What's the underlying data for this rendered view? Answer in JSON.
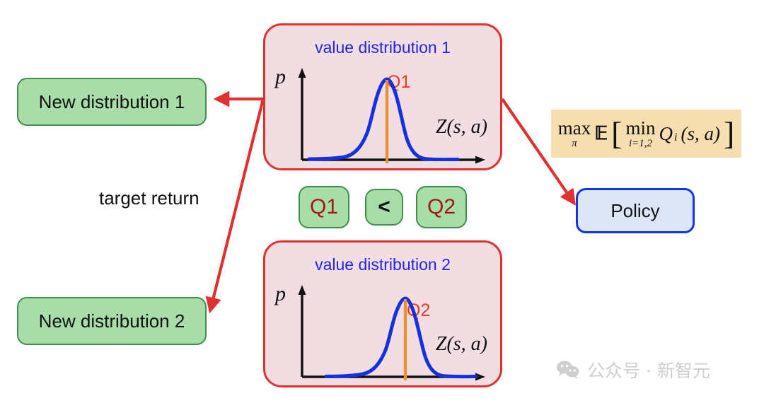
{
  "diagram": {
    "title": "Distributional Double-Q value distribution diagram",
    "colors": {
      "green_fill": "#a8dca8",
      "green_border": "#3f8f4f",
      "pink_fill": "#f2dde3",
      "red_border": "#e03131",
      "blue_fill": "#dce6f7",
      "blue_border": "#1434e0",
      "tan_fill": "#f6deb0",
      "curve_blue": "#1530e0",
      "marker_orange": "#e8922e",
      "q_label_red": "#f03b20",
      "title_blue": "#2222ee",
      "arrow_red": "#e23030",
      "watermark_gray": "#cfcfcf"
    }
  },
  "nodes": {
    "new_distribution_1": "New distribution 1",
    "new_distribution_2": "New distribution 2",
    "policy": "Policy"
  },
  "panels": [
    {
      "title": "value distribution 1",
      "y_axis_label": "p",
      "x_axis_label": "Z(s, a)",
      "marker_label": "Q1"
    },
    {
      "title": "value distribution 2",
      "y_axis_label": "p",
      "x_axis_label": "Z(s, a)",
      "marker_label": "Q2"
    }
  ],
  "comparison": {
    "left": "Q1",
    "operator": "<",
    "right": "Q2"
  },
  "annotations": {
    "target_return": "target return"
  },
  "formula": {
    "max_op": "max",
    "max_sub": "π",
    "expectation": "ᴇ",
    "bracket_open": "[",
    "min_op": "min",
    "min_sub": "i=1,2",
    "q_symbol": "Q",
    "q_index": "i",
    "q_args": "(s, a)",
    "bracket_close": "]",
    "plain": "max_π ᴇ[ min_{i=1,2} Q_i(s, a) ]"
  },
  "watermark": {
    "icon": "wechat-icon",
    "text": "公众号 · 新智元"
  },
  "chart_data": [
    {
      "type": "line",
      "title": "value distribution 1",
      "xlabel": "Z(s, a)",
      "ylabel": "p",
      "annotations": [
        "Q1"
      ],
      "marker_x": 0.5,
      "mean": 0.5,
      "sigma": 0.11,
      "peak": 1.0,
      "grid": false,
      "x": [
        0.0,
        0.05,
        0.1,
        0.15,
        0.2,
        0.25,
        0.3,
        0.35,
        0.4,
        0.45,
        0.5,
        0.55,
        0.6,
        0.65,
        0.7,
        0.75,
        0.8,
        0.85,
        0.9,
        0.95,
        1.0
      ],
      "y": [
        0.0,
        0.0,
        0.0,
        0.01,
        0.02,
        0.05,
        0.13,
        0.28,
        0.52,
        0.8,
        1.0,
        0.91,
        0.66,
        0.38,
        0.18,
        0.07,
        0.02,
        0.01,
        0.0,
        0.0,
        0.0
      ]
    },
    {
      "type": "line",
      "title": "value distribution 2",
      "xlabel": "Z(s, a)",
      "ylabel": "p",
      "annotations": [
        "Q2"
      ],
      "marker_x": 0.58,
      "mean": 0.58,
      "sigma": 0.12,
      "peak": 1.0,
      "grid": false,
      "x": [
        0.0,
        0.05,
        0.1,
        0.15,
        0.2,
        0.25,
        0.3,
        0.35,
        0.4,
        0.45,
        0.5,
        0.55,
        0.6,
        0.65,
        0.7,
        0.75,
        0.8,
        0.85,
        0.9,
        0.95,
        1.0
      ],
      "y": [
        0.0,
        0.0,
        0.0,
        0.0,
        0.01,
        0.03,
        0.07,
        0.16,
        0.33,
        0.58,
        0.84,
        0.99,
        0.97,
        0.78,
        0.52,
        0.28,
        0.12,
        0.04,
        0.01,
        0.0,
        0.0
      ]
    }
  ]
}
